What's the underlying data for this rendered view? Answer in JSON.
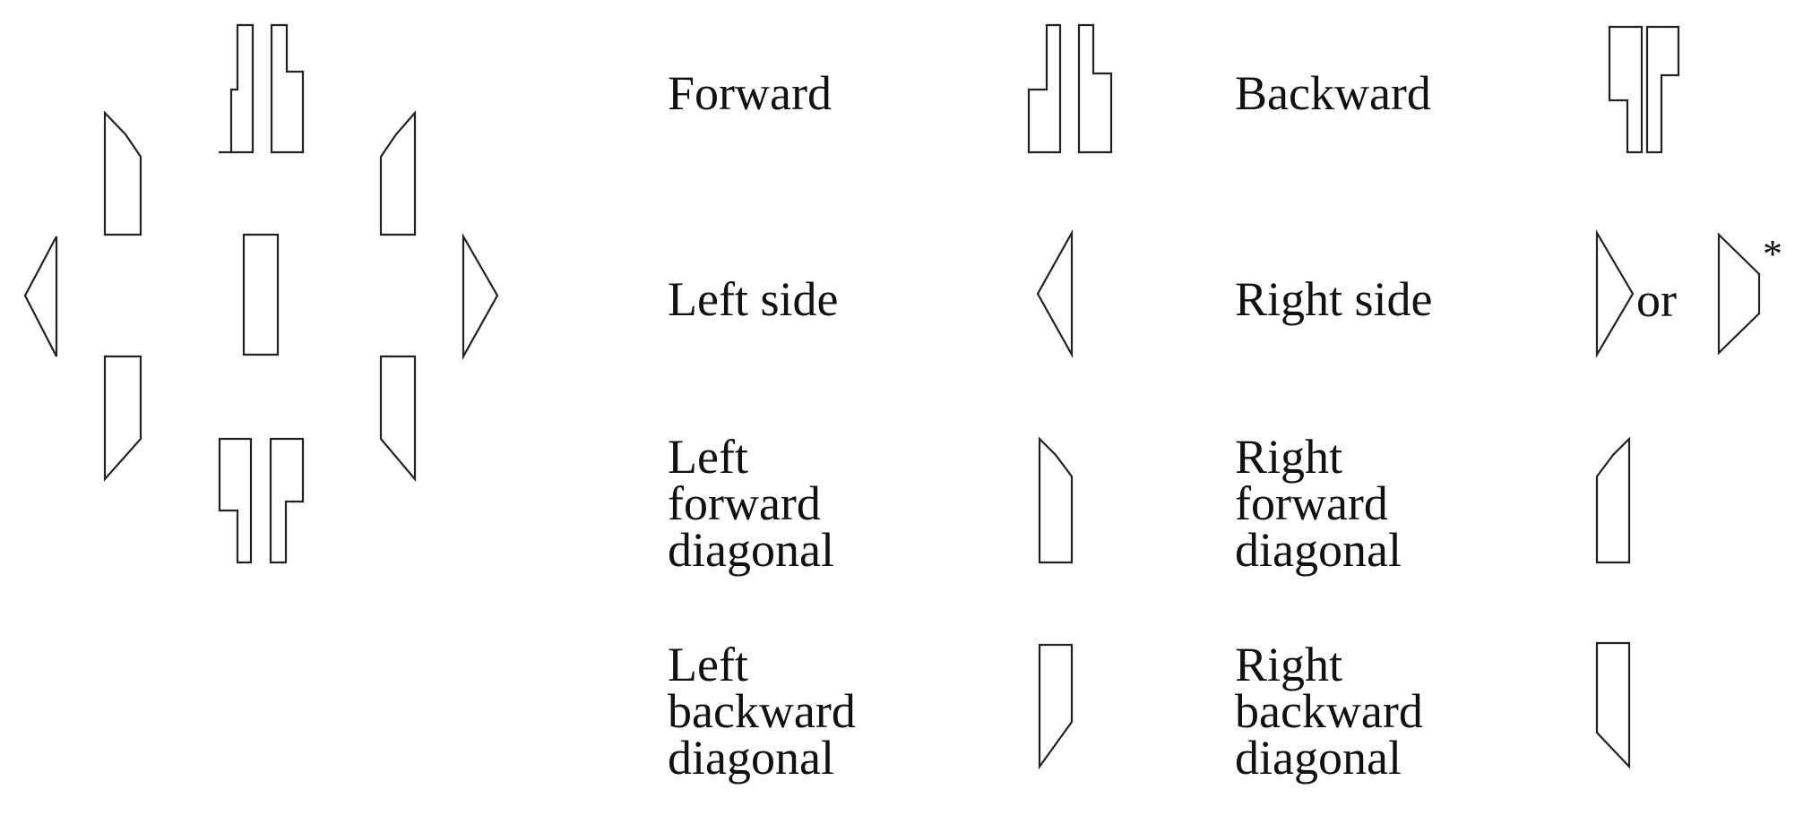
{
  "legend": [
    {
      "key": "forward",
      "lines": [
        "Forward"
      ]
    },
    {
      "key": "backward",
      "lines": [
        "Backward"
      ]
    },
    {
      "key": "left-side",
      "lines": [
        "Left side"
      ]
    },
    {
      "key": "right-side",
      "lines": [
        "Right side"
      ]
    },
    {
      "key": "left-forward-diagonal",
      "lines": [
        "Left",
        "forward",
        "diagonal"
      ]
    },
    {
      "key": "right-forward-diagonal",
      "lines": [
        "Right",
        "forward",
        "diagonal"
      ]
    },
    {
      "key": "left-backward-diagonal",
      "lines": [
        "Left",
        "backward",
        "diagonal"
      ]
    },
    {
      "key": "right-backward-diagonal",
      "lines": [
        "Right",
        "backward",
        "diagonal"
      ]
    }
  ],
  "right_side_alt_word": "or",
  "right_side_alt_mark": "*",
  "colors": {
    "stroke": "#222222",
    "text": "#111111",
    "background": "#ffffff"
  }
}
